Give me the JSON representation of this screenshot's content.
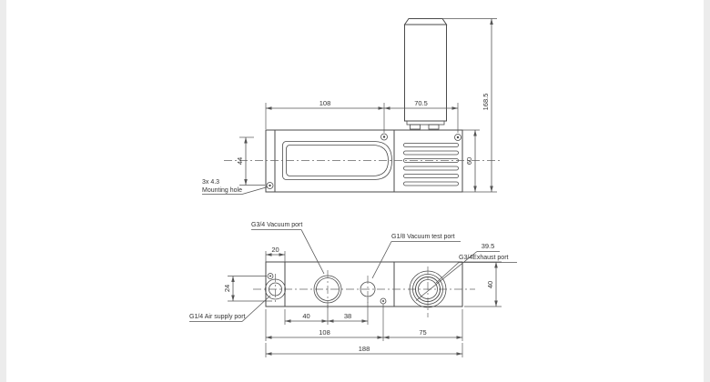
{
  "drawing_type": "technical-dimension-drawing",
  "top_view": {
    "dim_width_body": "108",
    "dim_width_silencer": "70.5",
    "dim_total_height": "168.5",
    "dim_body_height": "60",
    "dim_hole_spacing": "44",
    "note_line1": "3x  4.3",
    "note_line2": "Mounting hole"
  },
  "bottom_view": {
    "dim_port_offset": "20",
    "dim_hole_offset": "24",
    "dim_vacuum_spacing": "40",
    "dim_test_spacing": "38",
    "dim_left_section": "108",
    "dim_right_section": "75",
    "dim_total_length": "188",
    "dim_body_width": "40",
    "dim_exhaust_diameter": "39.5",
    "label_vacuum_port": "G3/4 Vacuum port",
    "label_vacuum_test_port": "G1/8 Vacuum test port",
    "label_exhaust_port": "G3/4Exhaust port",
    "label_air_supply_port": "G1/4 Air supply port"
  },
  "colors": {
    "line": "#4a4a4a",
    "dimension": "#555555",
    "text": "#333333",
    "background": "#ffffff",
    "edge_band": "#ececec"
  }
}
